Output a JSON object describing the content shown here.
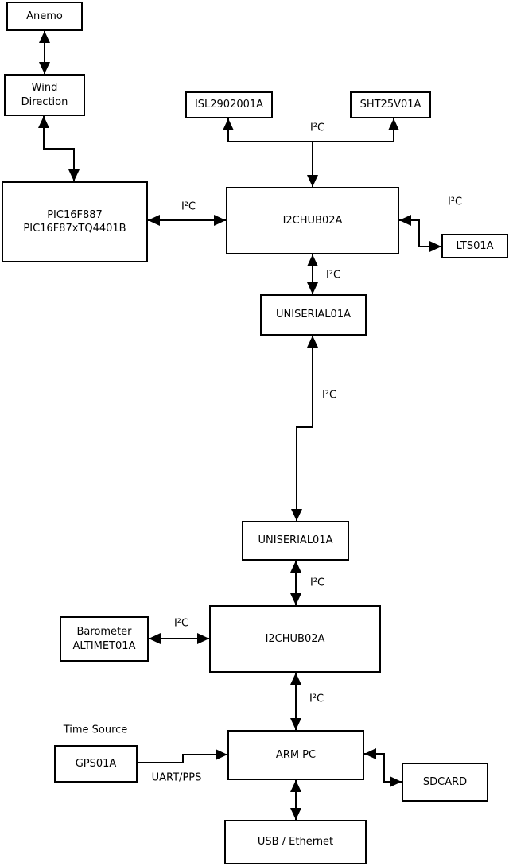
{
  "colors": {
    "background": "#ffffff",
    "line": "#000000",
    "box_fill": "#ffffff"
  },
  "diagram": {
    "nodes": {
      "anemo": {
        "label": "Anemo"
      },
      "wind_direction": {
        "label": "Wind\nDirection"
      },
      "pic": {
        "label": "PIC16F887\nPIC16F87xTQ4401B"
      },
      "isl": {
        "label": "ISL2902001A"
      },
      "sht": {
        "label": "SHT25V01A"
      },
      "hub_top": {
        "label": "I2CHUB02A"
      },
      "lts": {
        "label": "LTS01A"
      },
      "uniserial_top": {
        "label": "UNISERIAL01A"
      },
      "uniserial_bottom": {
        "label": "UNISERIAL01A"
      },
      "hub_bottom": {
        "label": "I2CHUB02A"
      },
      "barometer": {
        "label": "Barometer\nALTIMET01A"
      },
      "gps": {
        "label": "GPS01A"
      },
      "arm_pc": {
        "label": "ARM PC"
      },
      "sdcard": {
        "label": "SDCARD"
      },
      "usb_ethernet": {
        "label": "USB / Ethernet"
      }
    },
    "edge_labels": {
      "i2c_sensor_branch": "I²C",
      "i2c_pic_hub": "I²C",
      "i2c_hub_lts": "I²C",
      "i2c_hub_uniserial": "I²C",
      "i2c_uniserial_link": "I²C",
      "i2c_uniserial_hub2": "I²C",
      "i2c_barometer_hub": "I²C",
      "i2c_hub_armpc": "I²C",
      "uart_pps": "UART/PPS",
      "time_source": "Time Source"
    }
  }
}
